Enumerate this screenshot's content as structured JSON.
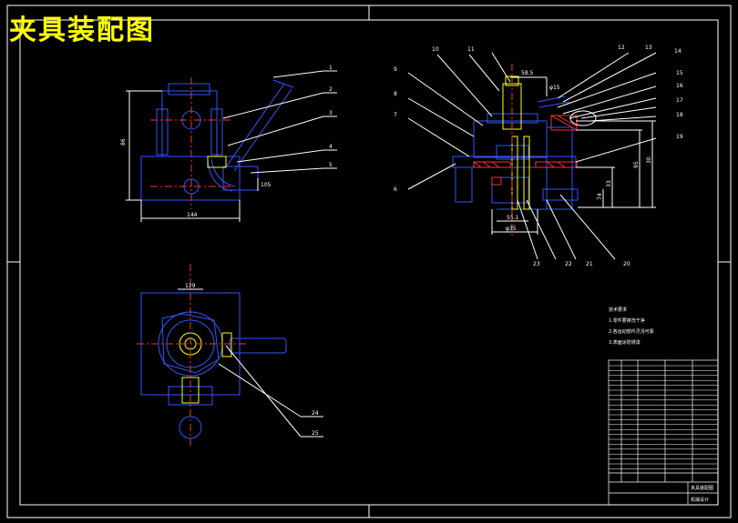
{
  "title": "夹具装配图",
  "colors": {
    "line": "#ffffff",
    "blue": "#3355ff",
    "red": "#ff3030",
    "yellow": "#ffff00",
    "center": "#ff3030"
  },
  "callouts_front": [
    "1",
    "2",
    "3",
    "4",
    "5"
  ],
  "callouts_section_top": [
    "10",
    "11",
    "12",
    "13",
    "14"
  ],
  "callouts_section_left": [
    "9",
    "8",
    "7",
    "6"
  ],
  "callouts_section_right": [
    "15",
    "16",
    "17",
    "18",
    "19"
  ],
  "callouts_section_bottom": [
    "23",
    "22",
    "21",
    "20"
  ],
  "callouts_plan": [
    "24",
    "25"
  ],
  "dims": {
    "front_height": "86",
    "front_width": "144",
    "front_side": "105",
    "sec_top": "58.5",
    "sec_top2": "φ15",
    "sec_v1": "95",
    "sec_v2": "30",
    "sec_v3": "33",
    "sec_v4": "74",
    "sec_b1": "55.1",
    "sec_b2": "φ35",
    "plan_top": "129"
  },
  "notes": {
    "heading": "技术要求",
    "lines": [
      "1.零件要擦洗干净",
      "2.各运动部件灵活可靠",
      "3.表面涂防锈漆"
    ]
  },
  "titleblock": {
    "name": "夹具装配图",
    "org": "机械设计"
  }
}
